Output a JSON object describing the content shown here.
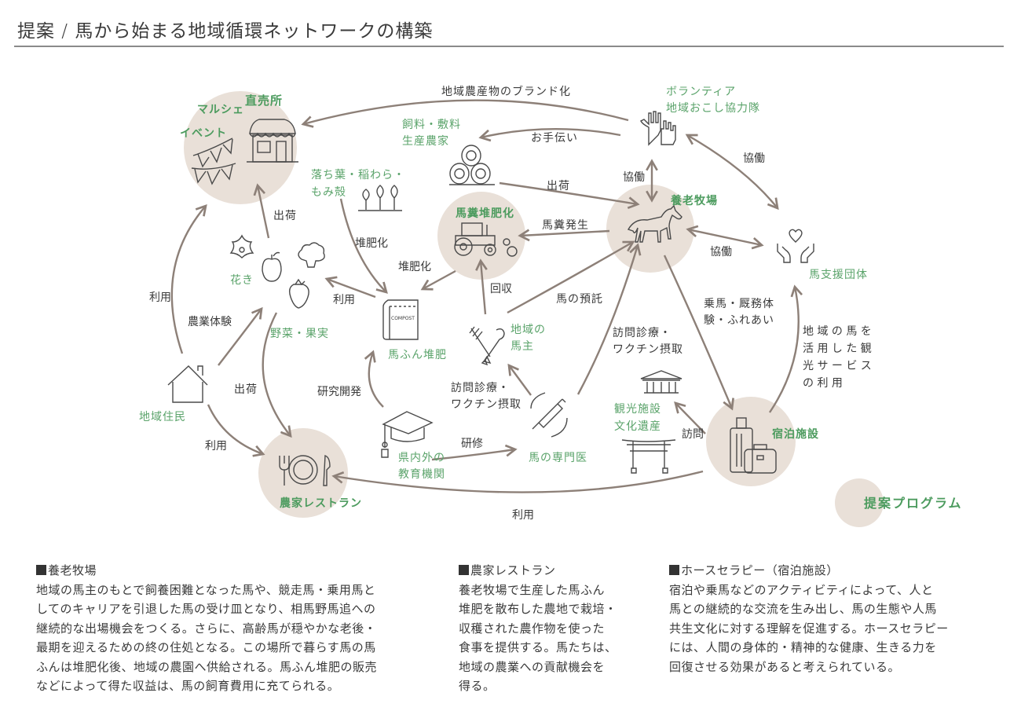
{
  "title": "提案 / 馬から始まる地域循環ネットワークの構築",
  "colors": {
    "accent_green": "#5aa36a",
    "circle_fill": "#e9e0d8",
    "arrow": "#8d8078",
    "text": "#3a3a3a"
  },
  "nodes": {
    "chokubai": {
      "title": "直売所",
      "sub1": "マルシェ",
      "sub2": "イベント",
      "icons": [
        "shop-icon",
        "bunting-icon"
      ]
    },
    "feed_farmer": {
      "line1": "飼料・敷料",
      "line2": "生産農家",
      "icon": "hay-bales-icon"
    },
    "fallen_leaves": {
      "line1": "落ち葉・稲わら・",
      "line2": "もみ殻",
      "icon": "trees-icon"
    },
    "volunteer": {
      "line1": "ボランティア",
      "line2": "地域おこし協力隊",
      "icon": "gloves-icon"
    },
    "ranch": {
      "title": "養老牧場",
      "icon": "horse-icon"
    },
    "compost_process": {
      "title": "馬糞堆肥化",
      "icon": "tractor-icon"
    },
    "support_group": {
      "title": "馬支援団体",
      "icon": "heart-hands-icon"
    },
    "flowers": {
      "title": "花き",
      "icon": "flower-icon"
    },
    "produce": {
      "title": "野菜・果実",
      "icons": [
        "apple-icon",
        "broccoli-icon",
        "strawberry-icon"
      ]
    },
    "compost": {
      "title": "馬ふん堆肥",
      "bag_text": "COMPOST",
      "icon": "compost-bag-icon"
    },
    "owner": {
      "line1": "地域の",
      "line2": "馬主",
      "icon": "pitchfork-shovel-icon"
    },
    "residents": {
      "title": "地域住民",
      "icon": "house-icon"
    },
    "education": {
      "line1": "県内外の",
      "line2": "教育機関",
      "icon": "graduation-cap-icon"
    },
    "vet": {
      "title": "馬の専門医",
      "icon": "syringe-icon"
    },
    "tourism": {
      "line1": "観光施設",
      "line2": "文化遺産",
      "icons": [
        "museum-icon",
        "torii-icon"
      ]
    },
    "lodging": {
      "title": "宿泊施設",
      "icon": "suitcase-icon"
    },
    "restaurant": {
      "title": "農家レストラン",
      "icon": "plate-cutlery-icon"
    }
  },
  "edges": {
    "branding": "地域農産物のブランド化",
    "help": "お手伝い",
    "ship_hay": "出荷",
    "collab_volunteer": "協働",
    "collab_volunteer_support": "協働",
    "manure": "馬糞発生",
    "collab_support": "協働",
    "ship_market": "出荷",
    "compost_leaves": "堆肥化",
    "compost_process": "堆肥化",
    "use_left": "利用",
    "use_compost": "利用",
    "collect": "回収",
    "consign": "馬の預託",
    "riding": "乗馬・厩務体\n験・ふれあい",
    "tourism_service": "地 域 の 馬 を\n活 用 し た 観\n光 サ ー ビ ス\nの 利 用",
    "farm_experience": "農業体験",
    "ship_restaurant": "出荷",
    "rnd": "研究開発",
    "vet_visit_owner": "訪問診療・\nワクチン摂取",
    "vet_visit_ranch": "訪問診療・\nワクチン摂取",
    "training": "研修",
    "visit": "訪問",
    "use_residents": "利用",
    "use_lodging": "利用"
  },
  "legend": {
    "label": "提案プログラム"
  },
  "sections": [
    {
      "heading": "養老牧場",
      "body": "地域の馬主のもとで飼養困難となった馬や、競走馬・乗用馬と\nしてのキャリアを引退した馬の受け皿となり、相馬野馬追への\n継続的な出場機会をつくる。さらに、高齢馬が穏やかな老後・\n最期を迎えるための終の住処となる。この場所で暮らす馬の馬\nふんは堆肥化後、地域の農園へ供給される。馬ふん堆肥の販売\nなどによって得た収益は、馬の飼育費用に充てられる。"
    },
    {
      "heading": "農家レストラン",
      "body": "養老牧場で生産した馬ふん\n堆肥を散布した農地で栽培・\n収穫された農作物を使った\n食事を提供する。馬たちは、\n地域の農業への貢献機会を\n得る。"
    },
    {
      "heading": "ホースセラピー（宿泊施設）",
      "body": "宿泊や乗馬などのアクティビティによって、人と\n馬との継続的な交流を生み出し、馬の生態や人馬\n共生文化に対する理解を促進する。ホースセラピー\nには、人間の身体的・精神的な健康、生きる力を\n回復させる効果があると考えられている。"
    }
  ]
}
